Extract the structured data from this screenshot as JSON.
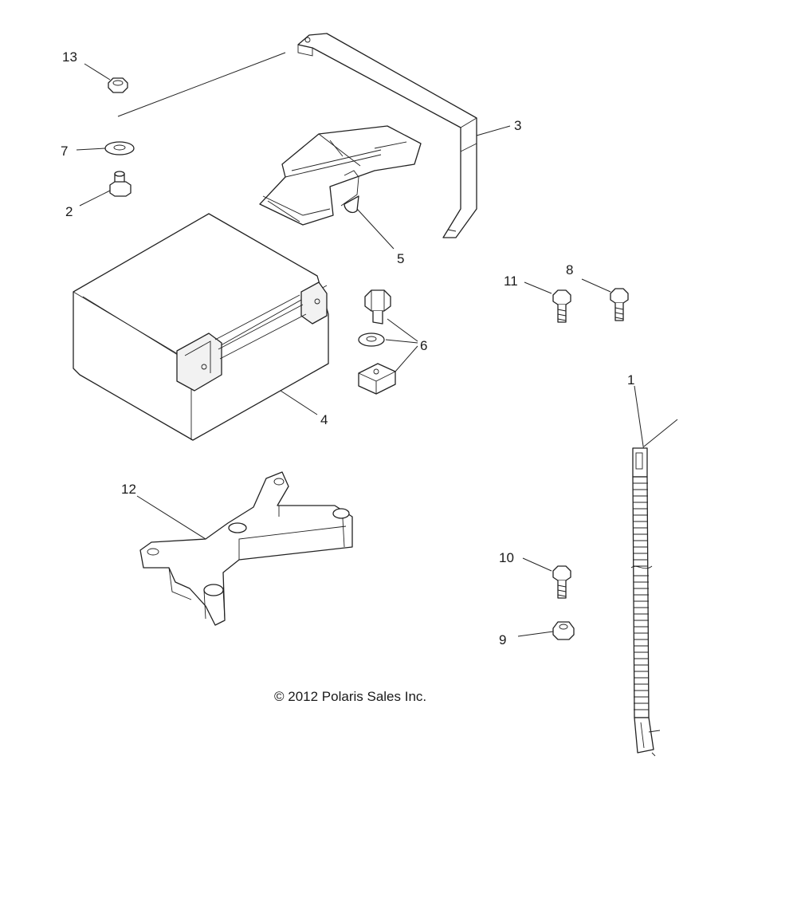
{
  "callouts": [
    {
      "id": "1",
      "text": "1"
    },
    {
      "id": "2",
      "text": "2"
    },
    {
      "id": "3",
      "text": "3"
    },
    {
      "id": "4",
      "text": "4"
    },
    {
      "id": "5",
      "text": "5"
    },
    {
      "id": "6",
      "text": "6"
    },
    {
      "id": "7",
      "text": "7"
    },
    {
      "id": "8",
      "text": "8"
    },
    {
      "id": "9",
      "text": "9"
    },
    {
      "id": "10",
      "text": "10"
    },
    {
      "id": "11",
      "text": "11"
    },
    {
      "id": "12",
      "text": "12"
    },
    {
      "id": "13",
      "text": "13"
    }
  ],
  "copyright": "© 2012 Polaris Sales Inc."
}
